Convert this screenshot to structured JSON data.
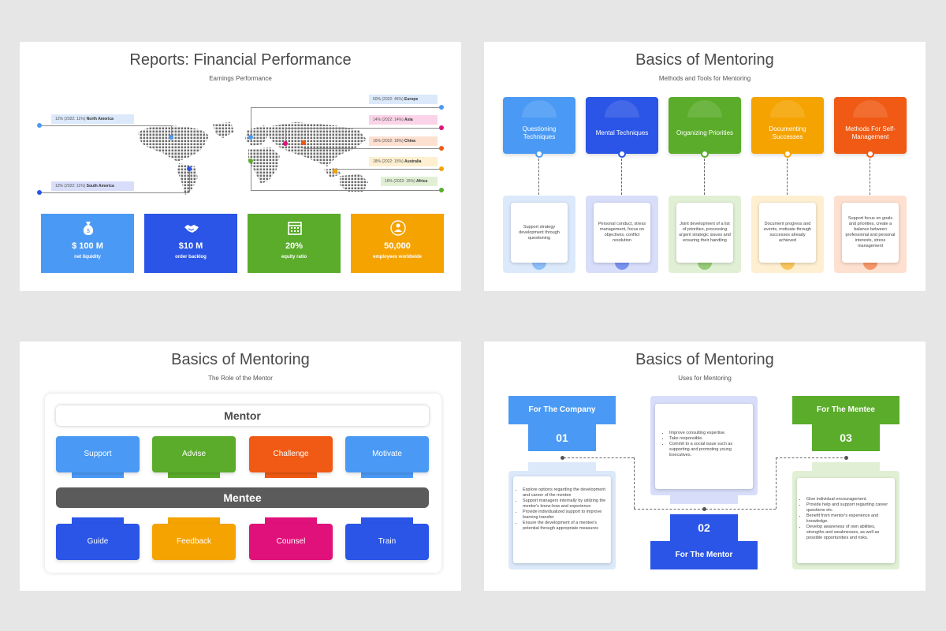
{
  "slide1": {
    "title": "Reports: Financial Performance",
    "subtitle": "Earnings Performance",
    "regions": [
      {
        "pct": "12% (2022: 11%)",
        "name": "North America",
        "color": "#4a9af5",
        "fill": "#dbe9fb"
      },
      {
        "pct": "13% (2022: 11%)",
        "name": "South America",
        "color": "#2a55e6",
        "fill": "#d8defa"
      },
      {
        "pct": "60% (2022: 45%)",
        "name": "Europe",
        "color": "#4a9af5",
        "fill": "#dbe9fb"
      },
      {
        "pct": "14% (2022: 14%)",
        "name": "Asia",
        "color": "#e0117a",
        "fill": "#fbd3e8"
      },
      {
        "pct": "16% (2022: 18%)",
        "name": "China",
        "color": "#f05a14",
        "fill": "#fde0d0"
      },
      {
        "pct": "18% (2022: 15%)",
        "name": "Australia",
        "color": "#f5a300",
        "fill": "#fdefd0"
      },
      {
        "pct": "16% (2022: 15%)",
        "name": "Africa",
        "color": "#5aac2a",
        "fill": "#e1f0d5"
      }
    ],
    "kpis": [
      {
        "value": "$ 100 M",
        "label": "net liquidity",
        "icon": "money-bag-icon",
        "color": "#4a9af5"
      },
      {
        "value": "$10 M",
        "label": "order backlog",
        "icon": "handshake-icon",
        "color": "#2a55e6"
      },
      {
        "value": "20%",
        "label": "equity ratio",
        "icon": "calendar-icon",
        "color": "#5aac2a"
      },
      {
        "value": "50,000",
        "label": "employees worldwide",
        "icon": "people-icon",
        "color": "#f5a300"
      }
    ]
  },
  "slide2": {
    "title": "Basics of Mentoring",
    "subtitle": "Methods and Tools for Mentoring",
    "items": [
      {
        "heading": "Questioning Techniques",
        "text": "Support strategy development through questioning",
        "color": "#4a9af5",
        "light": "#dbe9fb"
      },
      {
        "heading": "Mental Techniques",
        "text": "Personal conduct, stress management, focus on objectives, conflict resolution",
        "color": "#2a55e6",
        "light": "#d8defa"
      },
      {
        "heading": "Organizing Priorities",
        "text": "Joint development of a list of priorities, processing urgent strategic issues and ensuring their handling",
        "color": "#5aac2a",
        "light": "#e1f0d5"
      },
      {
        "heading": "Documenting Successes",
        "text": "Document progress and events, motivate through successes already achieved",
        "color": "#f5a300",
        "light": "#fdefd0"
      },
      {
        "heading": "Methods For Self-Management",
        "text": "Support focus on goals and priorities, create a balance between professional and personal interests, stress management",
        "color": "#f05a14",
        "light": "#fde0d0"
      }
    ]
  },
  "slide3": {
    "title": "Basics of Mentoring",
    "subtitle": "The Role of the Mentor",
    "mentor": "Mentor",
    "mentee": "Mentee",
    "mentor_roles": [
      {
        "label": "Support",
        "color": "#4a9af5"
      },
      {
        "label": "Advise",
        "color": "#5aac2a"
      },
      {
        "label": "Challenge",
        "color": "#f05a14"
      },
      {
        "label": "Motivate",
        "color": "#4a9af5"
      }
    ],
    "mentee_roles": [
      {
        "label": "Guide",
        "color": "#2a55e6"
      },
      {
        "label": "Feedback",
        "color": "#f5a300"
      },
      {
        "label": "Counsel",
        "color": "#e0117a"
      },
      {
        "label": "Train",
        "color": "#2a55e6"
      }
    ]
  },
  "slide4": {
    "title": "Basics of Mentoring",
    "subtitle": "Uses for Mentoring",
    "company": {
      "heading": "For The Company",
      "number": "01",
      "bullets": [
        "Explore options regarding the development and career of the mentee",
        "Support managers internally by utilizing the mentor's know-how and experience",
        "Provide individualized support to improve learning transfer",
        "Ensure the development of a mentee's potential through appropriate measures"
      ]
    },
    "mentor": {
      "heading": "For The Mentor",
      "number": "02",
      "bullets": [
        "Improve consulting expertise.",
        "Take responsible.",
        "Commit to a social issue such as supporting and promoting young Executives."
      ]
    },
    "mentee": {
      "heading": "For The Mentee",
      "number": "03",
      "bullets": [
        "Give individual encouragement.",
        "Provide help and support regarding career questions etc.",
        "Benefit from mentor's experience and knowledge.",
        "Develop awareness of own abilities, strengths and weaknesses, as well as possible opportunities and risks."
      ]
    }
  }
}
